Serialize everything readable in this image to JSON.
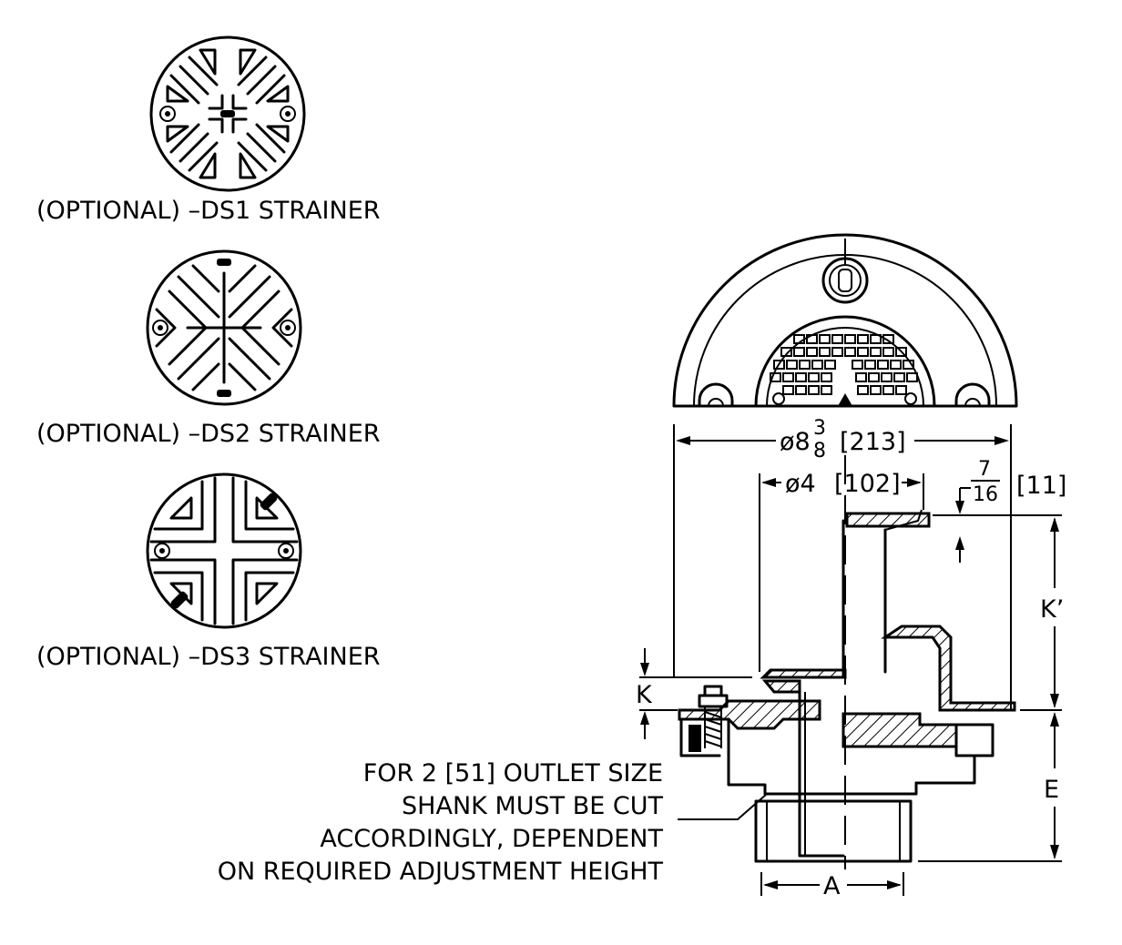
{
  "strainers": [
    {
      "label": "(OPTIONAL) –DS1 STRAINER"
    },
    {
      "label": "(OPTIONAL) –DS2 STRAINER"
    },
    {
      "label": "(OPTIONAL) –DS3 STRAINER"
    }
  ],
  "dimensions": {
    "flange_dia_prefix": "ø8",
    "flange_dia_frac_num": "3",
    "flange_dia_frac_den": "8",
    "flange_dia_metric": "[213]",
    "body_dia": "ø4",
    "body_dia_metric": "[102]",
    "rim_frac_num": "7",
    "rim_frac_den": "16",
    "rim_metric": "[11]",
    "k_prime": "K’",
    "k": "K",
    "e": "E",
    "a": "A"
  },
  "note": {
    "lines": [
      "FOR 2 [51] OUTLET SIZE",
      "SHANK MUST BE CUT",
      "ACCORDINGLY, DEPENDENT",
      "ON REQUIRED ADJUSTMENT HEIGHT"
    ]
  }
}
